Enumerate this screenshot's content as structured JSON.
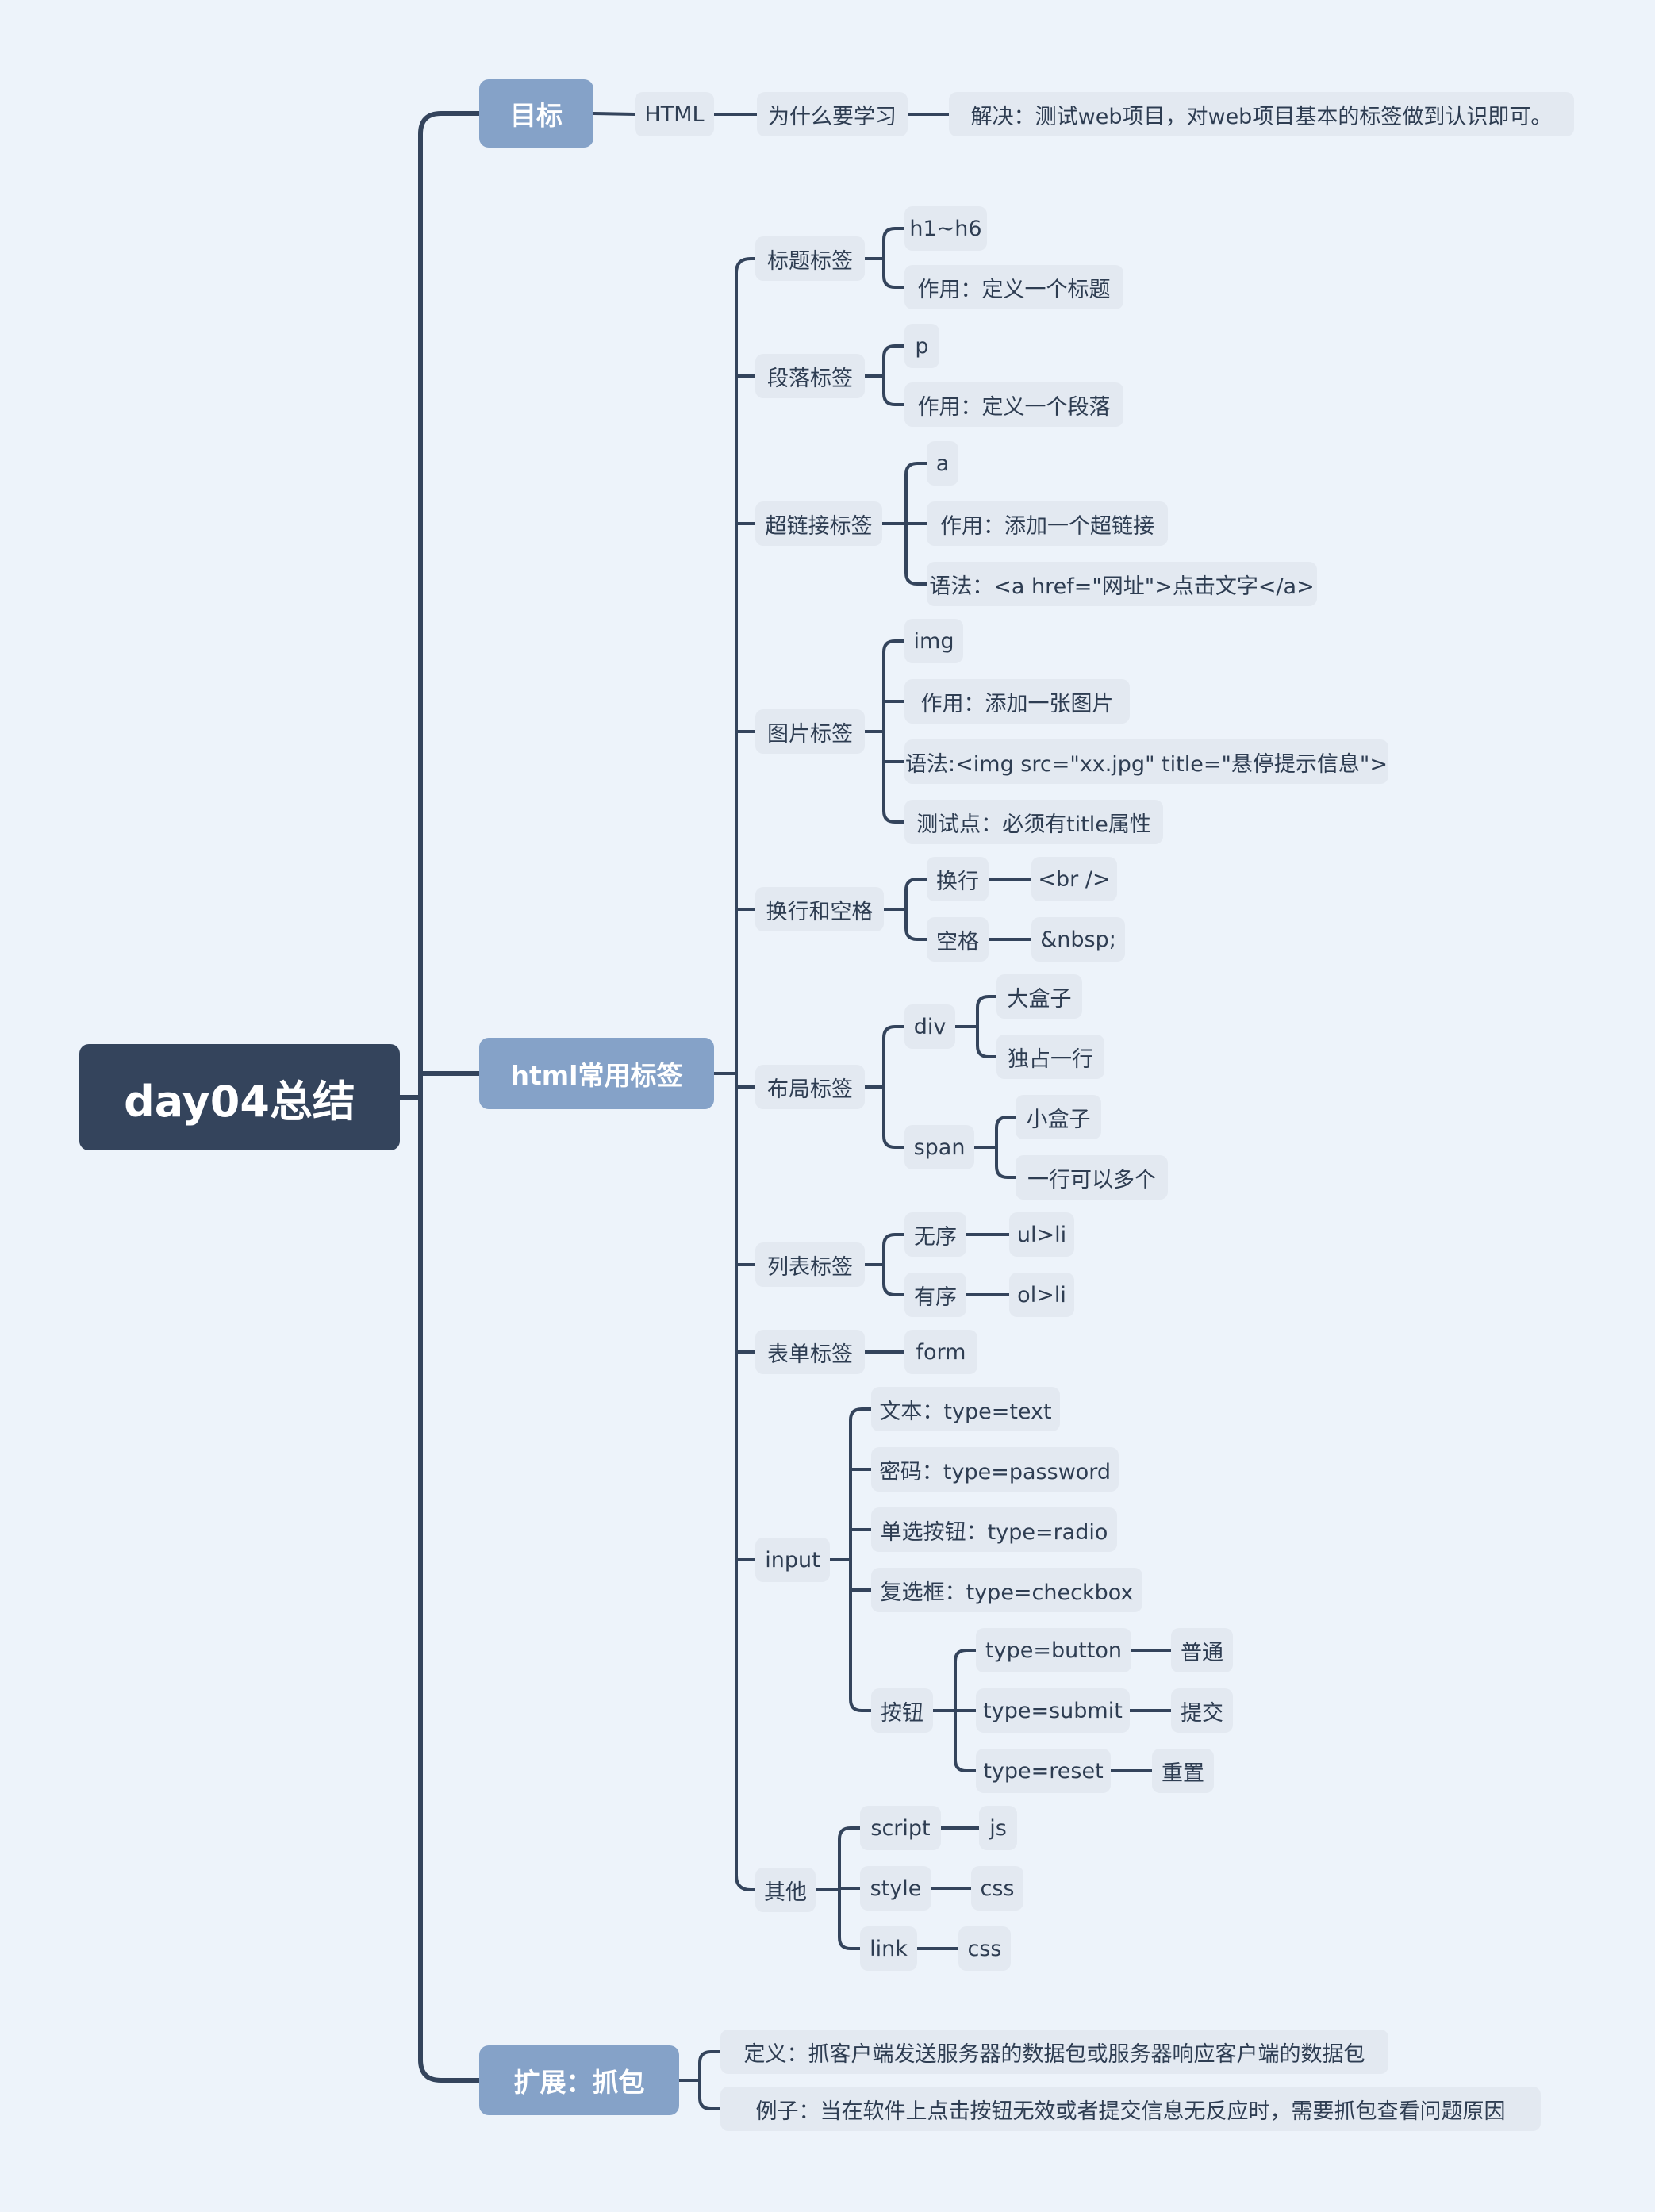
{
  "colors": {
    "background": "#EDF3FA",
    "root_fill": "#34445C",
    "branch_fill": "#85A2C8",
    "leaf_fill": "#E3E9F1",
    "connector": "#34445C",
    "text_dark": "#2E3D52"
  },
  "mindmap": {
    "root": "day04总结",
    "goal": {
      "title": "目标",
      "html": "HTML",
      "why": "为什么要学习",
      "answer": "解决：测试web项目，对web项目基本的标签做到认识即可。"
    },
    "tags": {
      "title": "html常用标签",
      "heading": {
        "label": "标题标签",
        "tag": "h1~h6",
        "use": "作用：定义一个标题"
      },
      "paragraph": {
        "label": "段落标签",
        "tag": "p",
        "use": "作用：定义一个段落"
      },
      "link": {
        "label": "超链接标签",
        "tag": "a",
        "use": "作用：添加一个超链接",
        "syntax": "语法：<a href=\"网址\">点击文字</a>"
      },
      "image": {
        "label": "图片标签",
        "tag": "img",
        "use": "作用：添加一张图片",
        "syntax": "语法:<img src=\"xx.jpg\" title=\"悬停提示信息\">",
        "test": "测试点：必须有title属性"
      },
      "breaks": {
        "label": "换行和空格",
        "newline": "换行",
        "newline_code": "<br />",
        "space": "空格",
        "space_code": "&nbsp;"
      },
      "layout": {
        "label": "布局标签",
        "div": "div",
        "div_big": "大盒子",
        "div_row": "独占一行",
        "span": "span",
        "span_small": "小盒子",
        "span_multi": "一行可以多个"
      },
      "list": {
        "label": "列表标签",
        "unordered": "无序",
        "ul": "ul>li",
        "ordered": "有序",
        "ol": "ol>li"
      },
      "form": {
        "label": "表单标签",
        "tag": "form"
      },
      "input": {
        "label": "input",
        "text": "文本：type=text",
        "password": "密码：type=password",
        "radio": "单选按钮：type=radio",
        "checkbox": "复选框：type=checkbox",
        "button_label": "按钮",
        "btn_button": "type=button",
        "btn_button_desc": "普通",
        "btn_submit": "type=submit",
        "btn_submit_desc": "提交",
        "btn_reset": "type=reset",
        "btn_reset_desc": "重置"
      },
      "other": {
        "label": "其他",
        "script": "script",
        "script_desc": "js",
        "style": "style",
        "style_desc": "css",
        "link": "link",
        "link_desc": "css"
      }
    },
    "capture": {
      "title": "扩展：抓包",
      "definition": "定义：抓客户端发送服务器的数据包或服务器响应客户端的数据包",
      "example": "例子：当在软件上点击按钮无效或者提交信息无反应时，需要抓包查看问题原因"
    }
  }
}
